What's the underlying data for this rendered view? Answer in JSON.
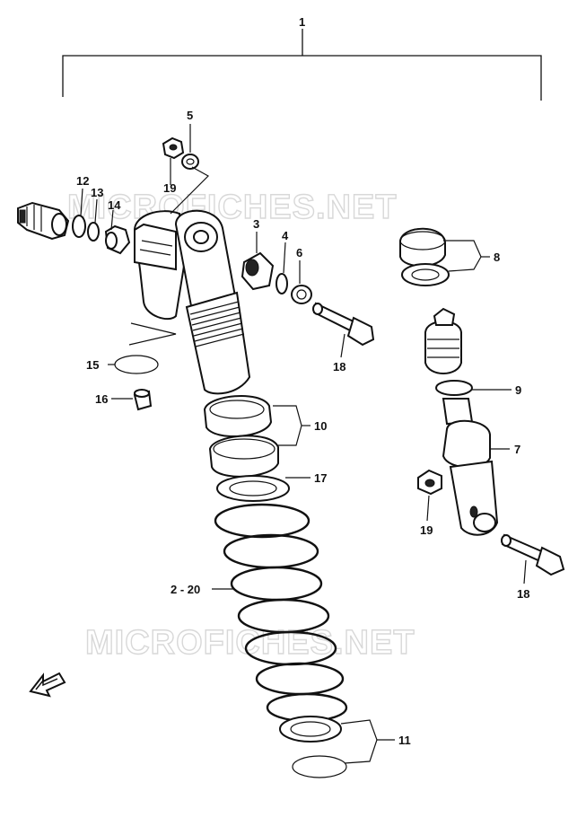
{
  "callouts": {
    "c1": "1",
    "c2_20": "2 - 20",
    "c3": "3",
    "c4": "4",
    "c5": "5",
    "c6": "6",
    "c7": "7",
    "c8": "8",
    "c9": "9",
    "c10": "10",
    "c11": "11",
    "c12": "12",
    "c13": "13",
    "c14": "14",
    "c15": "15",
    "c16": "16",
    "c17": "17",
    "c18a": "18",
    "c18b": "18",
    "c19a": "19",
    "c19b": "19"
  },
  "watermark": {
    "top": "MICROFICHES.NET",
    "bottom": "MICROFICHES.NET"
  },
  "icons": {
    "direction_arrow": "front-direction-arrow-icon"
  },
  "colors": {
    "line": "#111111",
    "background": "#ffffff",
    "watermark": "#d8d8d8"
  }
}
